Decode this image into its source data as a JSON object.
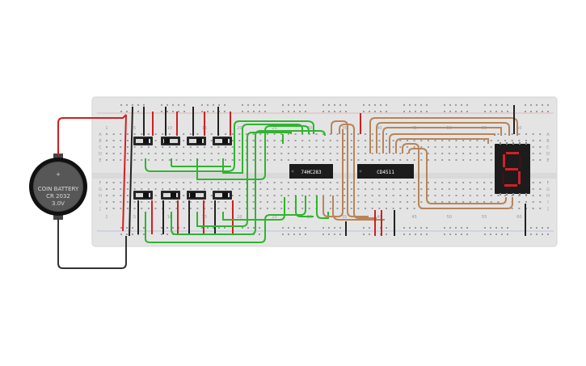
{
  "battery": {
    "line1": "COIN BATTERY",
    "line2": "CR 2032",
    "line3": "3.0V",
    "plus": "+"
  },
  "chips": {
    "adder": "74HC283",
    "decoder": "CD4511"
  },
  "display": {
    "digit": "5",
    "colors": {
      "segment_on": "#d0202a",
      "segment_off": "#3a1416",
      "body": "#1c1c1c"
    }
  },
  "breadboard": {
    "column_numbers": [
      "1",
      "5",
      "10",
      "15",
      "20",
      "25",
      "30",
      "35",
      "40",
      "45",
      "50",
      "55",
      "60"
    ],
    "row_letters_top": [
      "A",
      "B",
      "C",
      "D",
      "E"
    ],
    "row_letters_bottom": [
      "F",
      "G",
      "H",
      "I",
      "J"
    ]
  },
  "switches": {
    "count": 8,
    "states": [
      "right",
      "left",
      "right",
      "right",
      "right",
      "right",
      "left",
      "right"
    ]
  },
  "wire_colors": {
    "red": "#d11f1f",
    "black": "#222222",
    "green": "#2fb52f",
    "brown": "#b8855a"
  }
}
